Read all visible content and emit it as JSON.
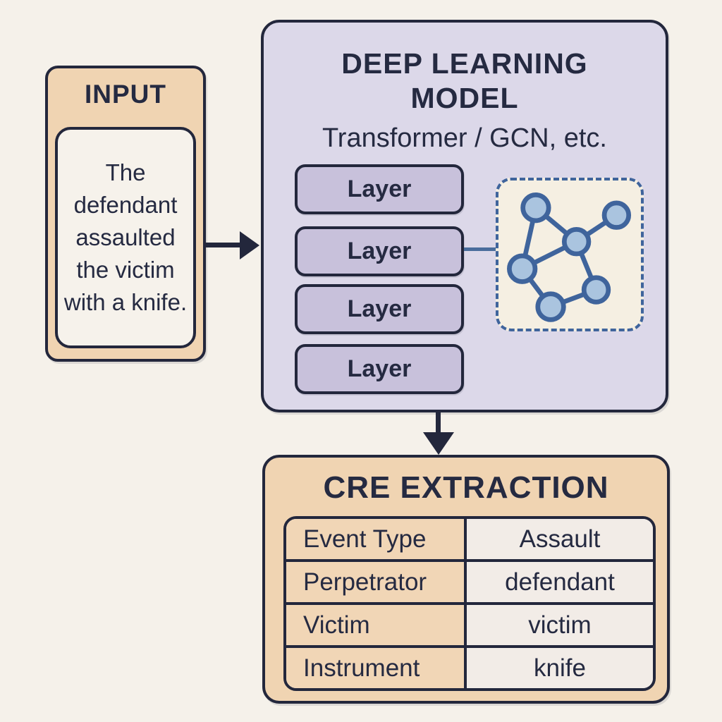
{
  "palette": {
    "page_bg": "#f5f1ea",
    "ink_navy": "#252a41",
    "border_navy": "#23273c",
    "peach": "#f0d4b2",
    "card_cream": "#f6f2eb",
    "lavender_panel": "#dcd8e9",
    "layer_fill": "#c8c1db",
    "graph_box_bg": "#f5efe2",
    "graph_blue": "#3f649c",
    "node_fill": "#aac4df",
    "connector_blue": "#4a6d9c",
    "table_value_bg": "#f2ece7"
  },
  "input": {
    "title": "INPUT",
    "sentence": "The defendant assaulted the victim with a knife."
  },
  "model": {
    "title": "DEEP LEARNING MODEL",
    "subtitle": "Transformer / GCN, etc.",
    "layers": [
      "Layer",
      "Layer",
      "Layer",
      "Layer"
    ],
    "graph_icon": "graph-network-icon"
  },
  "extraction": {
    "title": "CRE EXTRACTION",
    "table": {
      "rows": [
        {
          "label": "Event Type",
          "value": "Assault"
        },
        {
          "label": "Perpetrator",
          "value": "defendant"
        },
        {
          "label": "Victim",
          "value": "victim"
        },
        {
          "label": "Instrument",
          "value": "knife"
        }
      ]
    }
  }
}
